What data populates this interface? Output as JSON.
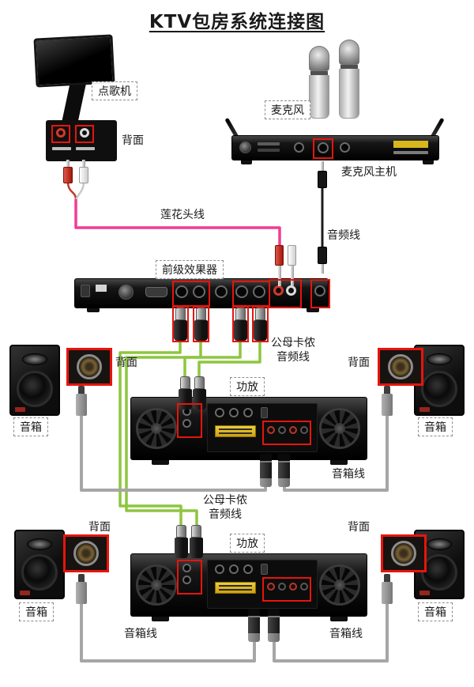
{
  "title": "KTV包房系统连接图",
  "labels": {
    "song_machine": "点歌机",
    "back_panel": "背面",
    "rca_cable": "莲花头线",
    "microphones": "麦克风",
    "mic_receiver": "麦克风主机",
    "audio_cable": "音频线",
    "effects_unit": "前级效果器",
    "xlr_cable_line1": "公母卡侬",
    "xlr_cable_line2": "音频线",
    "amplifier": "功放",
    "speaker": "音箱",
    "speaker_cable": "音箱线"
  },
  "colors": {
    "highlight_red": "#e8140c",
    "rca_cable_pink": "#f23b94",
    "audio_cable_black": "#1c1c1c",
    "xlr_cable_green": "#8dc63f",
    "speaker_cable_gray": "#a6a6a6",
    "wire_red": "#c0392b",
    "wire_white": "#c9c9c9"
  }
}
